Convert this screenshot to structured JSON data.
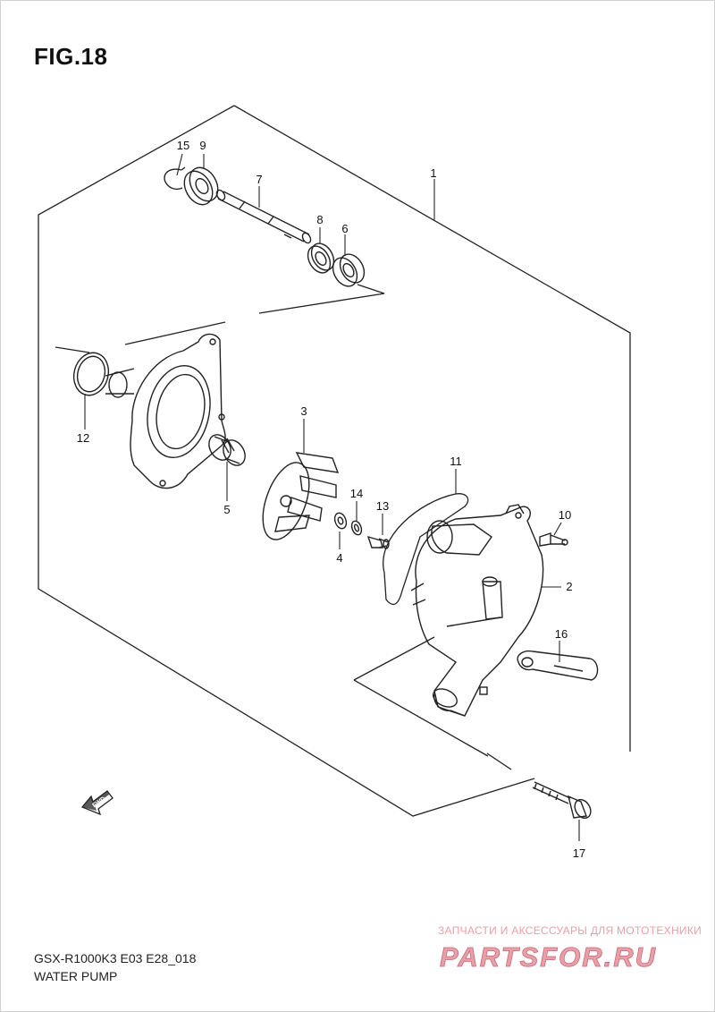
{
  "header": {
    "fig_title": "FIG.18"
  },
  "footer": {
    "model_code": "GSX-R1000K3 E03 E28_018",
    "section_name": "WATER PUMP"
  },
  "watermark": {
    "tagline": "ЗАПЧАСТИ И АКСЕССУАРЫ ДЛЯ МОТОТЕХНИКИ",
    "brand_text": "PARTSFOR.RU",
    "color": "#e8a0a8"
  },
  "fwd_label": "FWD",
  "callouts": [
    {
      "id": "c15",
      "label": "15"
    },
    {
      "id": "c9",
      "label": "9"
    },
    {
      "id": "c7",
      "label": "7"
    },
    {
      "id": "c1",
      "label": "1"
    },
    {
      "id": "c8",
      "label": "8"
    },
    {
      "id": "c6",
      "label": "6"
    },
    {
      "id": "c12",
      "label": "12"
    },
    {
      "id": "c3",
      "label": "3"
    },
    {
      "id": "c5",
      "label": "5"
    },
    {
      "id": "c11",
      "label": "11"
    },
    {
      "id": "c14",
      "label": "14"
    },
    {
      "id": "c13",
      "label": "13"
    },
    {
      "id": "c10",
      "label": "10"
    },
    {
      "id": "c4",
      "label": "4"
    },
    {
      "id": "c2",
      "label": "2"
    },
    {
      "id": "c16",
      "label": "16"
    },
    {
      "id": "c17",
      "label": "17"
    }
  ]
}
